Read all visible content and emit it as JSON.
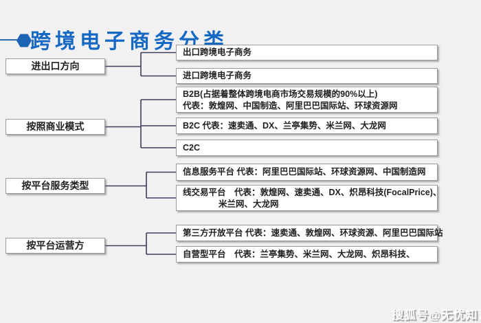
{
  "title": {
    "text": "跨境电子商务分类"
  },
  "watermark": {
    "text": "搜狐号@无忧知识"
  },
  "colors": {
    "accent_blue": "#1568c4",
    "hexagon_blue": "#1d63b5",
    "connector": "#3d3d5c",
    "box_border": "#9b9b9b",
    "background": "#f1f1f2"
  },
  "tree": {
    "groups": [
      {
        "label": "进出口方向",
        "children": [
          {
            "lines": [
              "出口跨境电子商务"
            ]
          },
          {
            "lines": [
              "进口跨境电子商务"
            ]
          }
        ]
      },
      {
        "label": "按照商业模式",
        "children": [
          {
            "lines": [
              "B2B(占据着整体跨境电商市场交易规模的90%以上)",
              "代表：敦煌网、中国制造、阿里巴巴国际站、环球资源网"
            ]
          },
          {
            "lines": [
              "B2C 代表：速卖通、DX、兰亭集势、米兰网、大龙网"
            ]
          },
          {
            "lines": [
              "C2C"
            ]
          }
        ]
      },
      {
        "label": "按平台服务类型",
        "children": [
          {
            "lines": [
              "信息服务平台 代表：阿里巴巴国际站、环球资源网、中国制造网"
            ]
          },
          {
            "lines": [
              "线交易平台　代表：敦煌网、速卖通、DX、炽昂科技(FocalPrice)、",
              "米兰网、大龙网"
            ]
          }
        ]
      },
      {
        "label": "按平台运营方",
        "children": [
          {
            "lines": [
              "第三方开放平台 代表：速卖通、敦煌网、环球资源、阿里巴巴国际站"
            ]
          },
          {
            "lines": [
              "自营型平台　代表：兰亭集势、米兰网、大龙网、炽昂科技、"
            ]
          }
        ]
      }
    ]
  }
}
